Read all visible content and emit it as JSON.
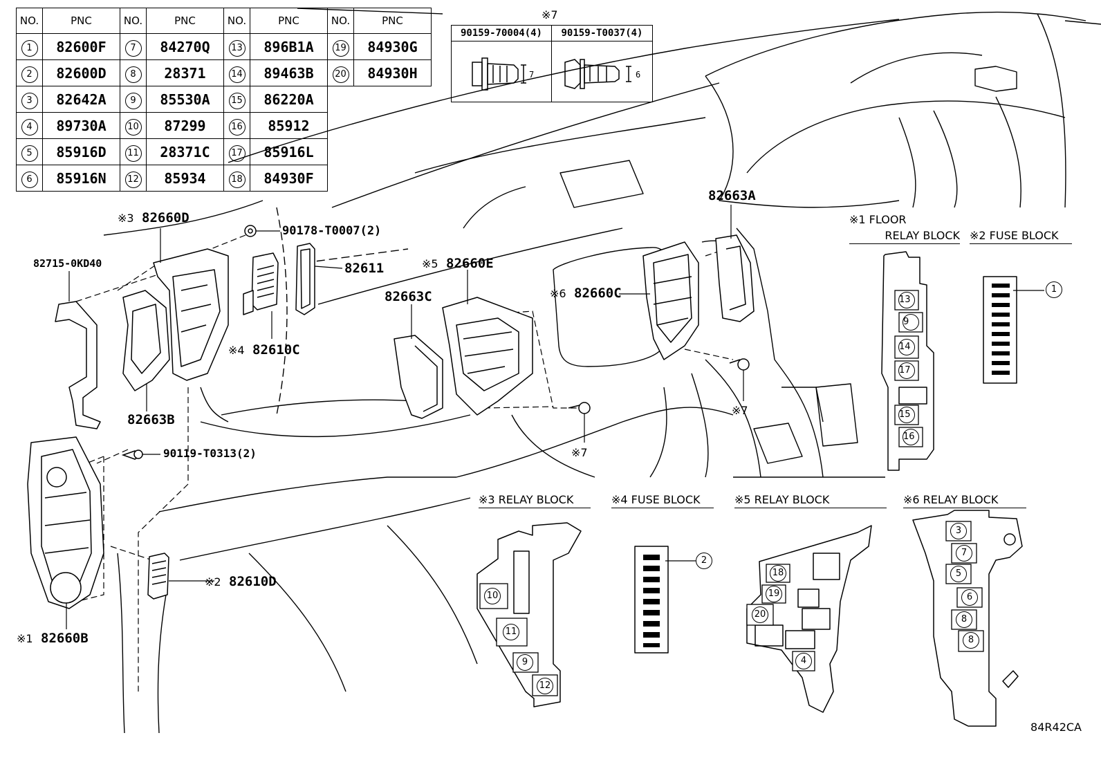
{
  "pnc_table": {
    "header_no": "NO.",
    "header_pnc": "PNC",
    "columns": [
      [
        {
          "no": "1",
          "pnc": "82600F"
        },
        {
          "no": "2",
          "pnc": "82600D"
        },
        {
          "no": "3",
          "pnc": "82642A"
        },
        {
          "no": "4",
          "pnc": "89730A"
        },
        {
          "no": "5",
          "pnc": "85916D"
        },
        {
          "no": "6",
          "pnc": "85916N"
        }
      ],
      [
        {
          "no": "7",
          "pnc": "84270Q"
        },
        {
          "no": "8",
          "pnc": "28371"
        },
        {
          "no": "9",
          "pnc": "85530A"
        },
        {
          "no": "10",
          "pnc": "87299"
        },
        {
          "no": "11",
          "pnc": "28371C"
        },
        {
          "no": "12",
          "pnc": "85934"
        }
      ],
      [
        {
          "no": "13",
          "pnc": "896B1A"
        },
        {
          "no": "14",
          "pnc": "89463B"
        },
        {
          "no": "15",
          "pnc": "86220A"
        },
        {
          "no": "16",
          "pnc": "85912"
        },
        {
          "no": "17",
          "pnc": "85916L"
        },
        {
          "no": "18",
          "pnc": "84930F"
        }
      ],
      [
        {
          "no": "19",
          "pnc": "84930G"
        },
        {
          "no": "20",
          "pnc": "84930H"
        }
      ]
    ]
  },
  "fastener_table": {
    "title": "※7",
    "col1_part": "90159-70004(4)",
    "col2_part": "90159-T0037(4)",
    "col1_dim": "7",
    "col2_dim": "6"
  },
  "labels": {
    "p82660D": "82660D",
    "p82660D_mark": "※3",
    "p90178": "90178-T0007(2)",
    "p82611": "82611",
    "p82660E": "82660E",
    "p82660E_mark": "※5",
    "p82663A": "82663A",
    "p82715": "82715-0KD40",
    "p82663C": "82663C",
    "p82660C": "82660C",
    "p82660C_mark": "※6",
    "p82610C": "82610C",
    "p82610C_mark": "※4",
    "p82663B": "82663B",
    "p90119": "90119-T0313(2)",
    "p82610D": "82610D",
    "p82610D_mark": "※2",
    "p82660B": "82660B",
    "p82660B_mark": "※1",
    "mark7a": "※7",
    "mark7b": "※7"
  },
  "sections": {
    "floor_relay_1": "※1 FLOOR",
    "floor_relay_2": "RELAY BLOCK",
    "fuse_block_2": "※2 FUSE BLOCK",
    "relay_block_3": "※3 RELAY BLOCK",
    "fuse_block_4": "※4 FUSE BLOCK",
    "relay_block_5": "※5 RELAY BLOCK",
    "relay_block_6": "※6 RELAY BLOCK"
  },
  "block_numbers": {
    "floor": [
      "13",
      "9",
      "14",
      "17",
      "15",
      "16"
    ],
    "fuse2": "1",
    "relay3": [
      "10",
      "11",
      "9",
      "12"
    ],
    "fuse4": "2",
    "relay5": [
      "18",
      "19",
      "20",
      "4"
    ],
    "relay6": [
      "3",
      "7",
      "5",
      "6",
      "8",
      "8"
    ]
  },
  "diagram_code": "84R42CA"
}
